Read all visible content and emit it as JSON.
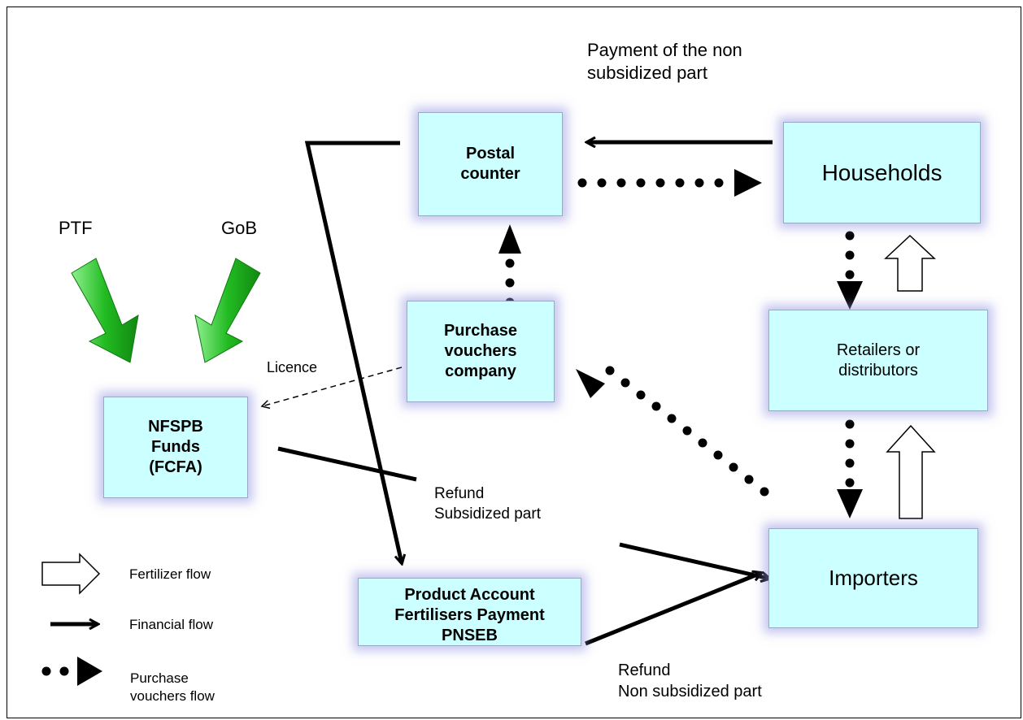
{
  "nodes": {
    "postal": "Postal\ncounter",
    "households": "Households",
    "purchase": "Purchase\nvouchers\ncompany",
    "retailers": "Retailers or\ndistributors",
    "nfspb": "NFSPB\nFunds\n(FCFA)",
    "importers": "Importers",
    "pnseb": "Product Account\nFertilisers Payment\nPNSEB"
  },
  "labels": {
    "ptf": "PTF",
    "gob": "GoB",
    "licence": "Licence",
    "payment_non_subsidized": "Payment of the non\nsubsidized part",
    "refund_subsidized": "Refund\nSubsidized part",
    "refund_non_subsidized": "Refund\nNon subsidized part"
  },
  "legend": {
    "fertilizer": "Fertilizer flow",
    "financial": "Financial flow",
    "vouchers": "Purchase\nvouchers flow"
  },
  "colors": {
    "box_fill": "#ccffff",
    "glow": "#9696e1",
    "green_arrow": "#33cc33"
  }
}
